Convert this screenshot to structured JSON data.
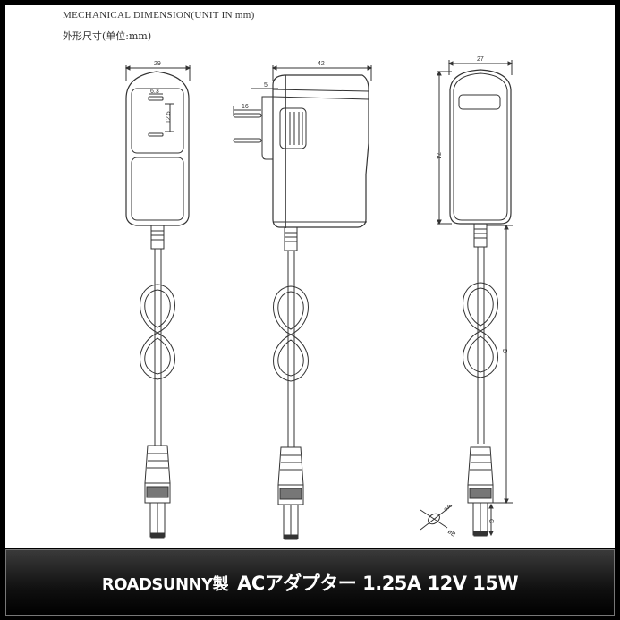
{
  "header": {
    "title_en": "MECHANICAL DIMENSION(UNIT IN mm)",
    "title_zh": "外形尺寸(单位:mm)"
  },
  "views": {
    "front": {
      "width_label": "29",
      "pin_width_label": "6.3",
      "pin_spacing_label": "12.5"
    },
    "side": {
      "depth_label": "42",
      "offset_label": "5",
      "pin_length_label": "16"
    },
    "back": {
      "width_label": "27",
      "height_label": "74",
      "cable_length_label": "D",
      "plug_length_label": "C",
      "inner_dia_label": "øA",
      "outer_dia_label": "øB"
    }
  },
  "banner": {
    "brand": "ROADSUNNY製",
    "product": "ACアダプター 1.25A 12V 15W"
  },
  "colors": {
    "line": "#333333",
    "frame": "#000000",
    "banner_text": "#ffffff"
  }
}
